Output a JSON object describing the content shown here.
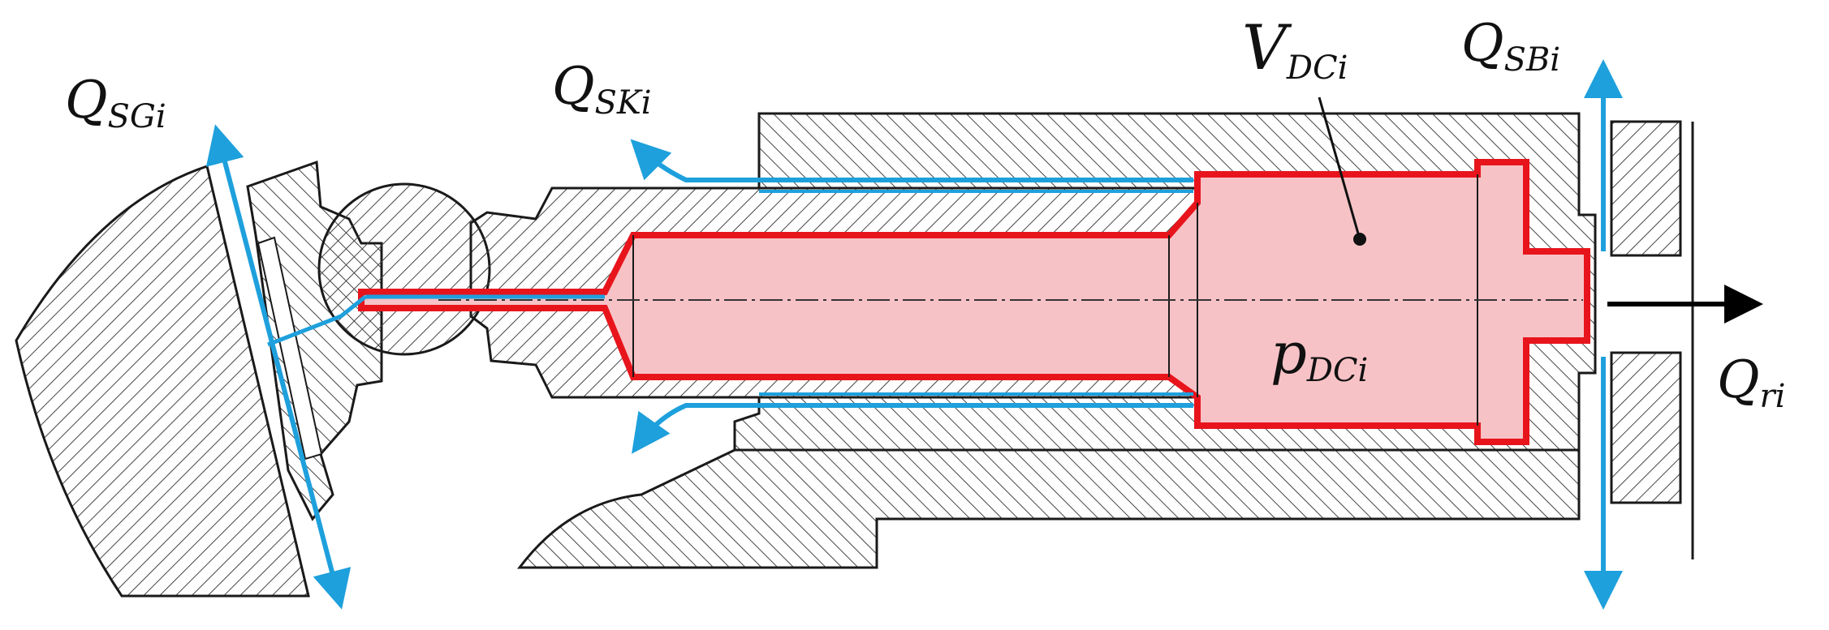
{
  "labels": {
    "q_sg": {
      "main": "Q",
      "sub": "SGi"
    },
    "q_sk": {
      "main": "Q",
      "sub": "SKi"
    },
    "v_dc": {
      "main": "V",
      "sub": "DCi"
    },
    "q_sb": {
      "main": "Q",
      "sub": "SBi"
    },
    "p_dc": {
      "main": "p",
      "sub": "DCi"
    },
    "q_r": {
      "main": "Q",
      "sub": "ri"
    }
  },
  "colors": {
    "chamber_fill": "#f7c2c6",
    "chamber_outline": "#e8141c",
    "leakage_flow": "#1ea0dc",
    "hatch": "#444444",
    "outline": "#1a1a1a",
    "output_arrow": "#000000"
  }
}
